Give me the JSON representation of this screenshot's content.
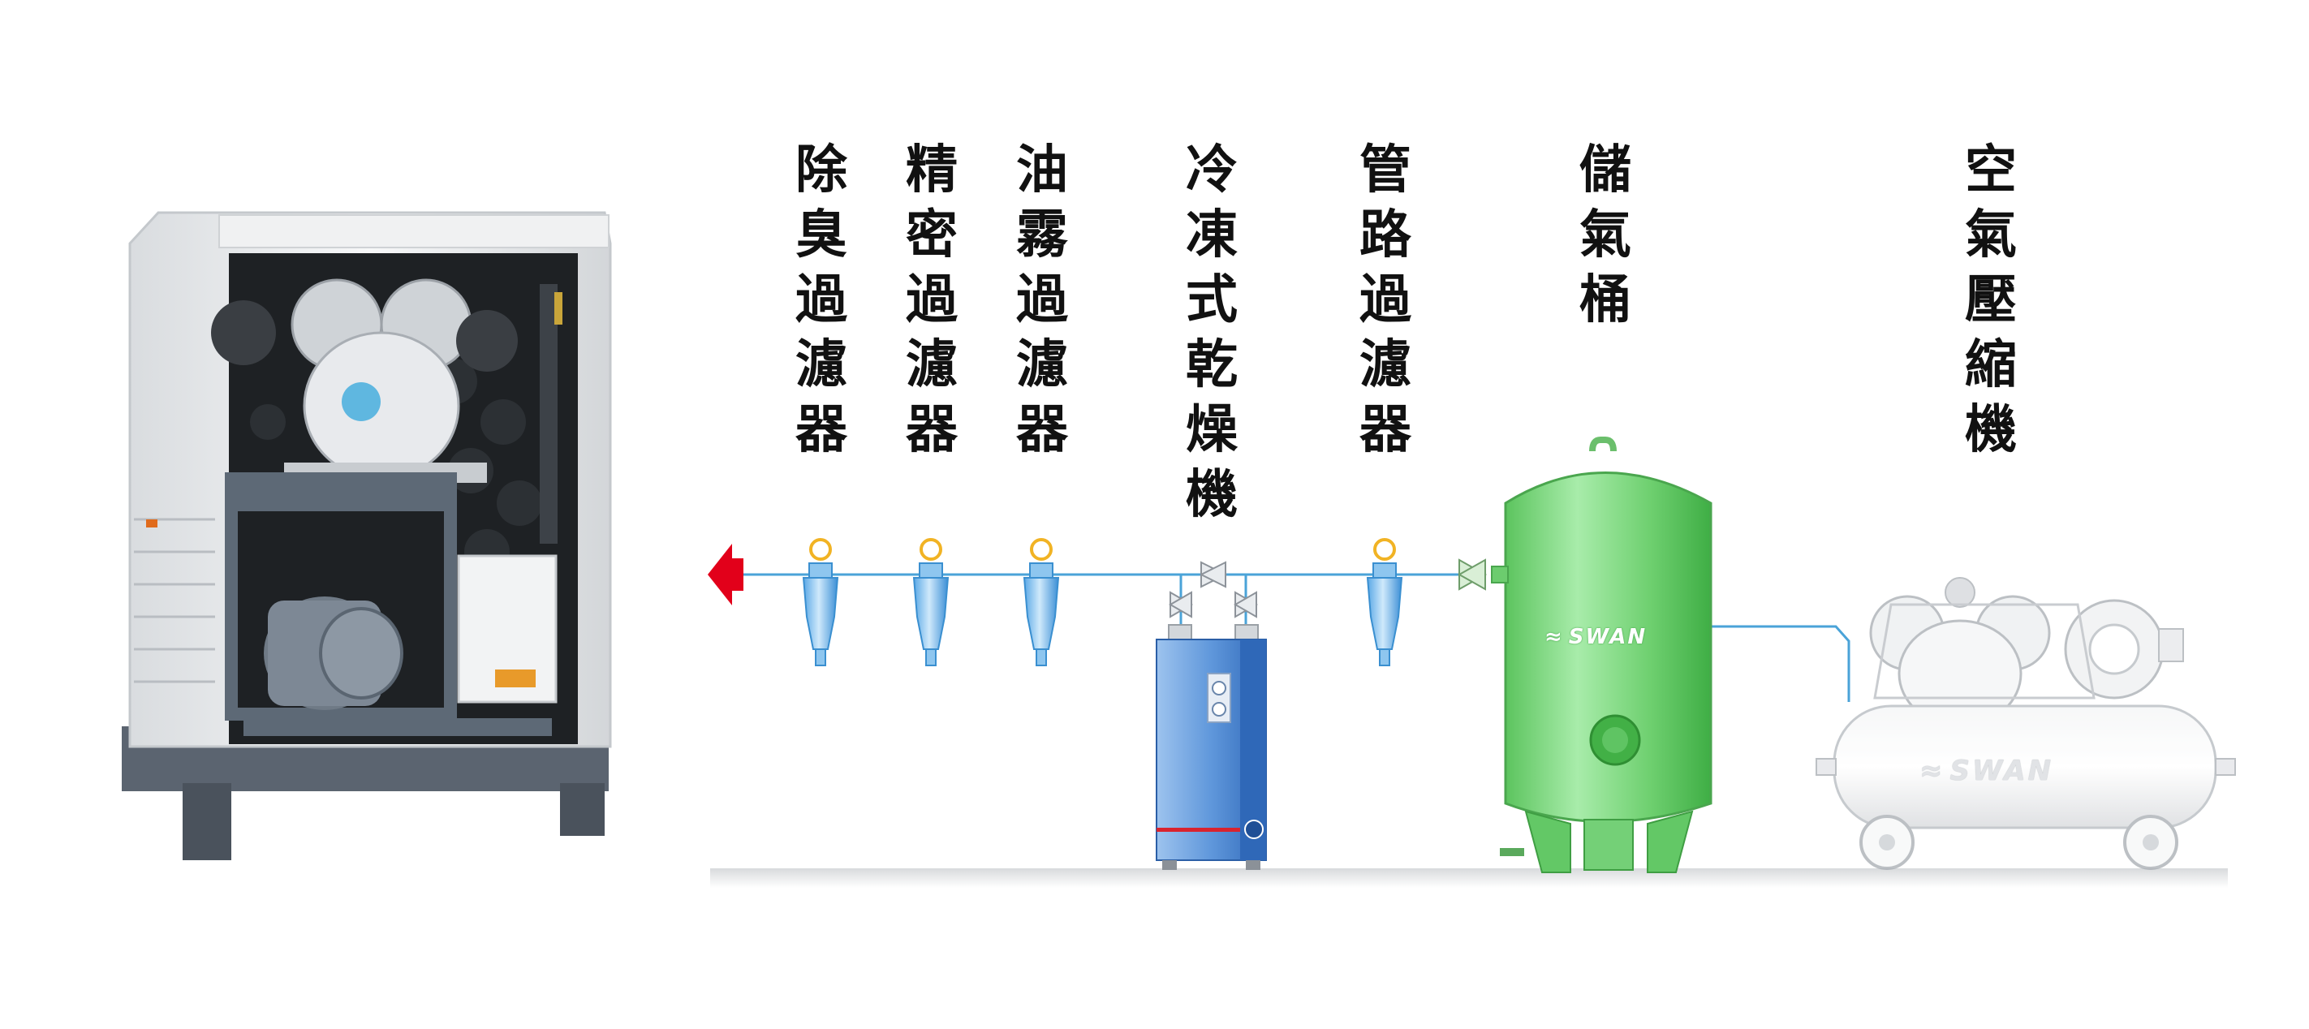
{
  "labels": [
    {
      "id": "deodorizing-filter",
      "chars": [
        "除",
        "臭",
        "過",
        "濾",
        "器"
      ]
    },
    {
      "id": "precision-filter",
      "chars": [
        "精",
        "密",
        "過",
        "濾",
        "器"
      ]
    },
    {
      "id": "oil-mist-filter",
      "chars": [
        "油",
        "霧",
        "過",
        "濾",
        "器"
      ]
    },
    {
      "id": "refrigerated-dryer",
      "chars": [
        "冷",
        "凍",
        "式",
        "乾",
        "燥",
        "機"
      ]
    },
    {
      "id": "line-filter",
      "chars": [
        "管",
        "路",
        "過",
        "濾",
        "器"
      ]
    },
    {
      "id": "air-tank",
      "chars": [
        "儲",
        "氣",
        "桶"
      ]
    },
    {
      "id": "air-compressor",
      "chars": [
        "空",
        "氣",
        "壓",
        "縮",
        "機"
      ]
    }
  ],
  "brand": {
    "tank_logo": "SWAN",
    "compressor_logo": "SWAN"
  },
  "colors": {
    "pipe": "#4aa3d8",
    "arrow": "#e2001a",
    "tank_green": "#7dd67d",
    "dryer_blue": "#2f6fc0",
    "cabinet": "#eef0f2",
    "floor": "#e4e6e8"
  }
}
